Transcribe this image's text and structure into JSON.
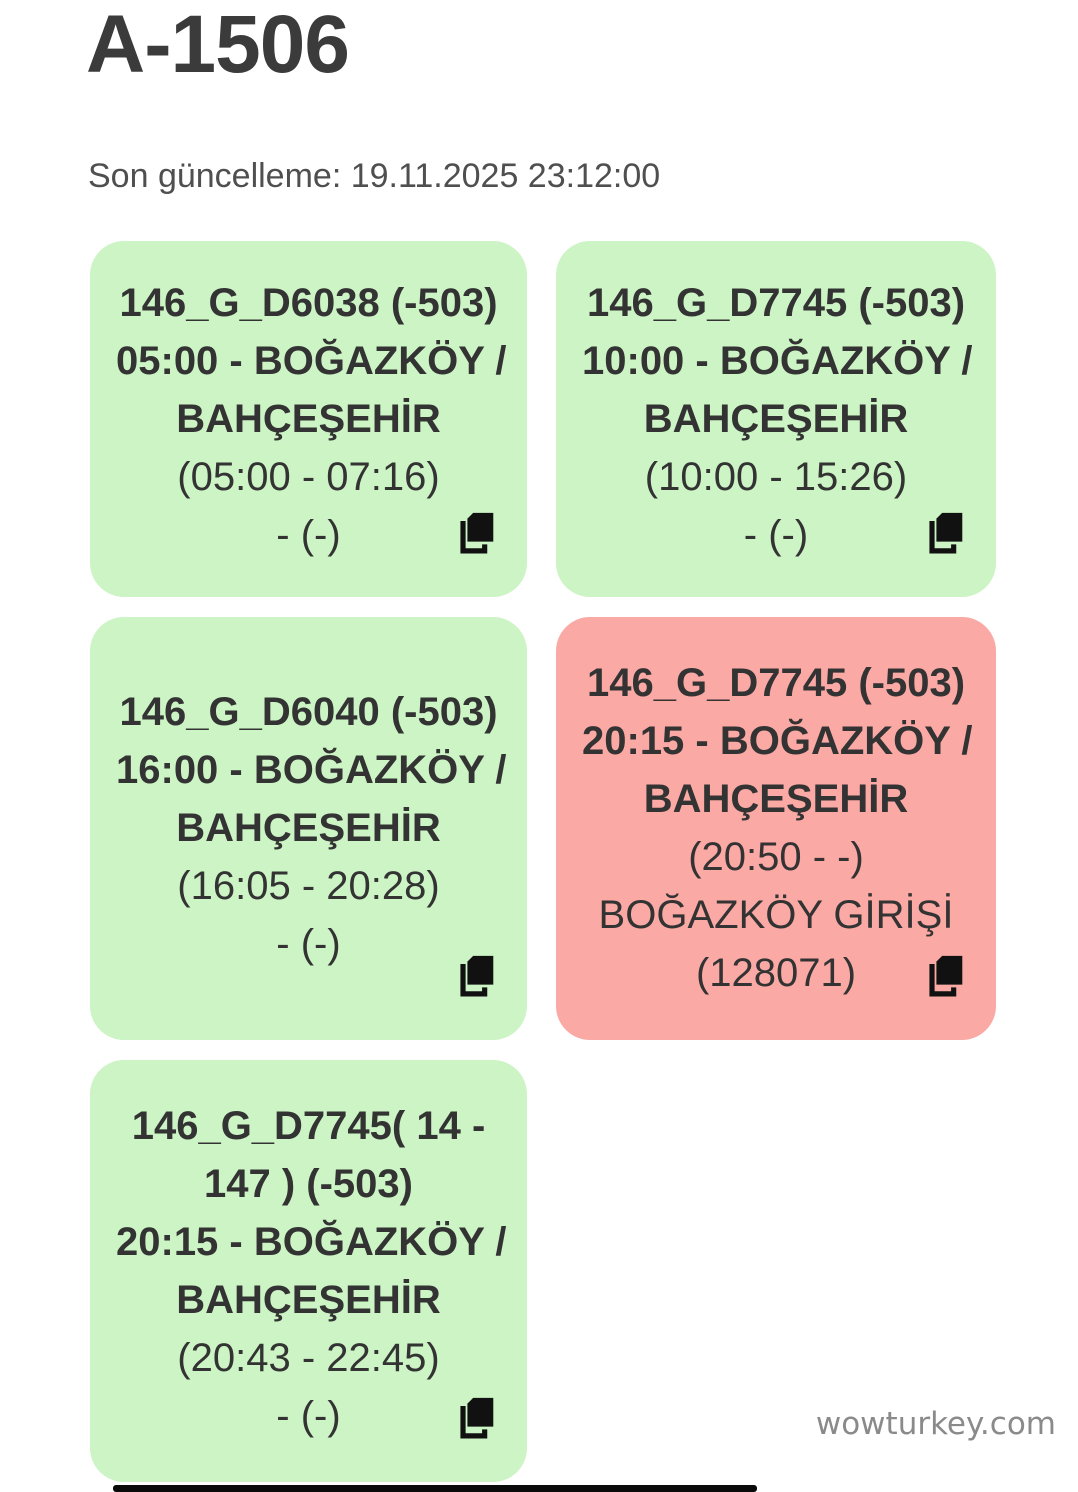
{
  "page": {
    "title": "A-1506",
    "last_update": "Son güncelleme: 19.11.2025 23:12:00",
    "watermark": "wowturkey.com"
  },
  "colors": {
    "card_ok": "#cdf4c5",
    "card_alert": "#fba9a4",
    "card_text": "#333333",
    "text_dark": "#3b3b3b",
    "subtitle_gray": "#4f4f4f",
    "watermark_gray": "#8a8a8a"
  },
  "icons": {
    "copy": "copy-pages-icon"
  },
  "cards": [
    {
      "status": "ok",
      "line1": "146_G_D6038 (-503)",
      "line2": "05:00 - BOĞAZKÖY /",
      "line3": "BAHÇEŞEHİR",
      "line4": "(05:00 - 07:16)",
      "line5": "- (-)"
    },
    {
      "status": "ok",
      "line1": "146_G_D7745 (-503)",
      "line2": "10:00 - BOĞAZKÖY /",
      "line3": "BAHÇEŞEHİR",
      "line4": "(10:00 - 15:26)",
      "line5": "- (-)"
    },
    {
      "status": "ok",
      "line1": "146_G_D6040 (-503)",
      "line2": "16:00 - BOĞAZKÖY /",
      "line3": "BAHÇEŞEHİR",
      "line4": "(16:05 - 20:28)",
      "line5": "- (-)"
    },
    {
      "status": "alert",
      "line1": "146_G_D7745 (-503)",
      "line2": "20:15 - BOĞAZKÖY /",
      "line3": "BAHÇEŞEHİR",
      "line4": "(20:50 - -)",
      "line5": "BOĞAZKÖY GİRİŞİ",
      "line6": "(128071)"
    },
    {
      "status": "ok",
      "line1": "146_G_D7745( 14 -",
      "line2": "147 ) (-503)",
      "line3": "20:15 - BOĞAZKÖY /",
      "line4": "BAHÇEŞEHİR",
      "line5": "(20:43 - 22:45)",
      "line6": "- (-)"
    }
  ]
}
